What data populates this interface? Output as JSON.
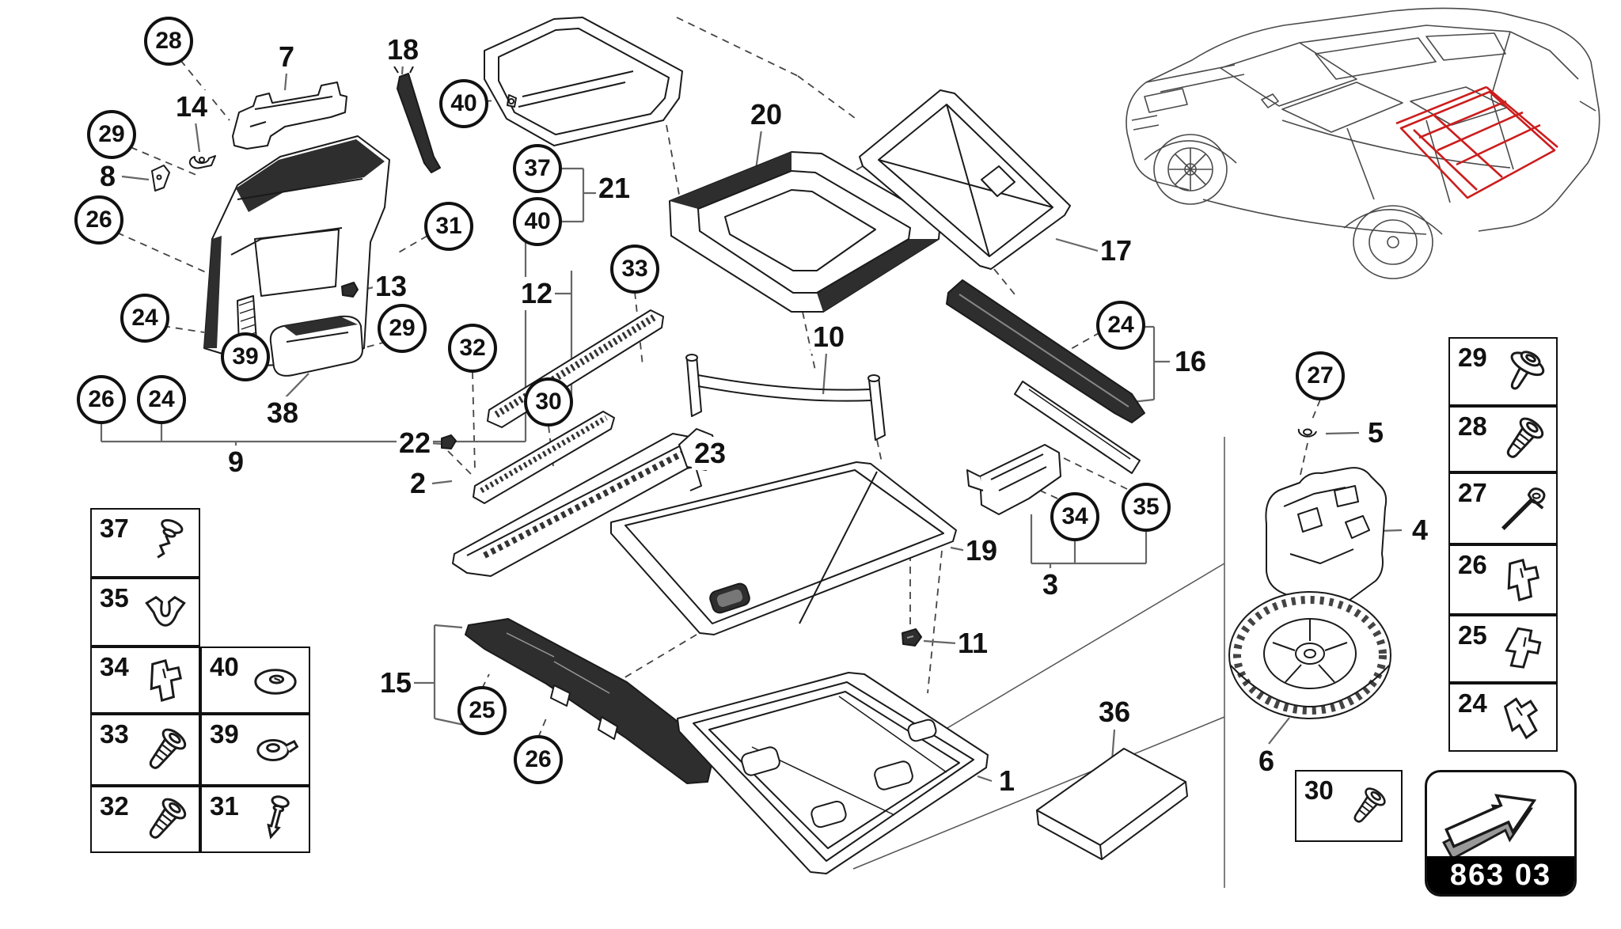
{
  "page": {
    "kind": "parts-catalog-exploded-diagram",
    "group_code": "863 03",
    "colors": {
      "line": "#1a1a1a",
      "leader": "#666666",
      "highlight_red": "#cc1d1d"
    }
  },
  "callouts": {
    "circled": [
      "28",
      "29",
      "26",
      "24",
      "26",
      "24",
      "40",
      "37",
      "40",
      "31",
      "29",
      "39",
      "33",
      "32",
      "30",
      "24",
      "34",
      "35",
      "25",
      "26",
      "27"
    ],
    "plain": [
      "7",
      "18",
      "14",
      "8",
      "13",
      "38",
      "9",
      "21",
      "20",
      "12",
      "22",
      "2",
      "23",
      "10",
      "17",
      "16",
      "3",
      "19",
      "11",
      "15",
      "1",
      "36",
      "5",
      "4",
      "6"
    ]
  },
  "left_table": {
    "rows": [
      {
        "cells": [
          {
            "num": "37",
            "icon": "push-rivet-icon"
          }
        ]
      },
      {
        "cells": [
          {
            "num": "35",
            "icon": "u-clip-icon"
          }
        ]
      },
      {
        "cells": [
          {
            "num": "34",
            "icon": "clip-icon"
          },
          {
            "num": "40",
            "icon": "washer-icon"
          }
        ]
      },
      {
        "cells": [
          {
            "num": "33",
            "icon": "screw-icon"
          },
          {
            "num": "39",
            "icon": "grommet-icon"
          }
        ]
      },
      {
        "cells": [
          {
            "num": "32",
            "icon": "screw-icon"
          },
          {
            "num": "31",
            "icon": "rivet-icon"
          }
        ]
      }
    ]
  },
  "right_table": {
    "rows": [
      {
        "num": "29",
        "icon": "screw-washer-icon"
      },
      {
        "num": "28",
        "icon": "screw-icon"
      },
      {
        "num": "27",
        "icon": "wing-rod-icon"
      },
      {
        "num": "26",
        "icon": "clip-icon"
      },
      {
        "num": "25",
        "icon": "clip-icon"
      },
      {
        "num": "24",
        "icon": "clip-icon"
      }
    ]
  },
  "corner_cell": {
    "num": "30",
    "icon": "screw-icon"
  },
  "badge": {
    "code": "863 03",
    "icon": "group-arrow-icon"
  },
  "car": {
    "view": "urus-rear-three-quarter",
    "highlighted_area": "luggage-compartment",
    "highlight_color": "#cc1d1d"
  }
}
